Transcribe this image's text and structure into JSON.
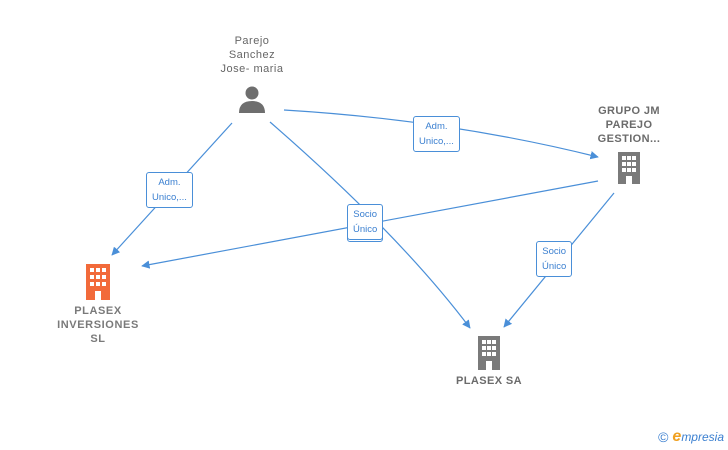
{
  "nodes": {
    "person": {
      "label_lines": [
        "Parejo",
        "Sanchez",
        "Jose- maria"
      ]
    },
    "grupo": {
      "label_lines": [
        "GRUPO JM",
        "PAREJO",
        "GESTION..."
      ]
    },
    "plasex_inv": {
      "label_lines": [
        "PLASEX",
        "INVERSIONES",
        "SL"
      ]
    },
    "plasex_sa": {
      "label_lines": [
        "PLASEX SA"
      ]
    }
  },
  "edges": {
    "adm_person_plasexinv": [
      "Adm.",
      "Unico,..."
    ],
    "adm_person_grupo": [
      "Adm.",
      "Unico,..."
    ],
    "socio_center": [
      "Socio",
      "Único"
    ],
    "socio_grupo_sa": [
      "Socio",
      "Único"
    ]
  },
  "footer": {
    "copyright": "©",
    "brand_e": "e",
    "brand_rest": "mpresia"
  },
  "colors": {
    "edge": "#4a8fd8",
    "main_company": "#f26a3a",
    "company": "#7a7a7a",
    "person": "#6e6e6e"
  }
}
